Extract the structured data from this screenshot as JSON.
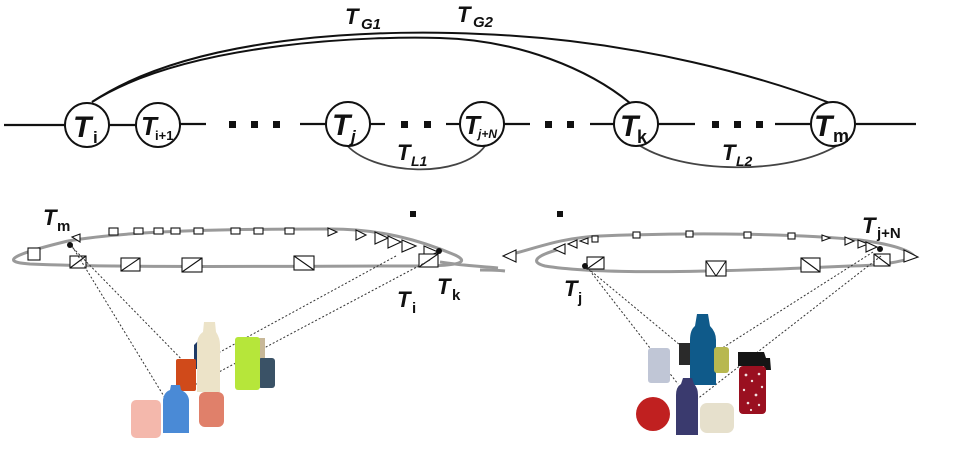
{
  "pose_graph": {
    "nodes": [
      {
        "id": "Ti",
        "base": "T",
        "sub": "i",
        "sub_italic": false
      },
      {
        "id": "Ti1",
        "base": "T",
        "sub": "i+1",
        "sub_italic": false
      },
      {
        "id": "Tj",
        "base": "T",
        "sub": "j",
        "sub_italic": true
      },
      {
        "id": "TjN",
        "base": "T",
        "sub": "j+N",
        "sub_italic": true
      },
      {
        "id": "Tk",
        "base": "T",
        "sub": "k",
        "sub_italic": false
      },
      {
        "id": "Tm",
        "base": "T",
        "sub": "m",
        "sub_italic": false
      }
    ],
    "ellipsis": "...",
    "global_edges": [
      {
        "label_base": "T",
        "label_sub": "G1",
        "from": "Ti",
        "to": "Tk"
      },
      {
        "label_base": "T",
        "label_sub": "G2",
        "from": "Ti",
        "to": "Tm"
      }
    ],
    "local_edges": [
      {
        "label_base": "T",
        "label_sub": "L1",
        "from": "Tj",
        "to": "TjN"
      },
      {
        "label_base": "T",
        "label_sub": "L2",
        "from": "Tk",
        "to": "Tm"
      }
    ]
  },
  "left_scene": {
    "labels": [
      {
        "base": "T",
        "sub": "m"
      },
      {
        "base": "T",
        "sub": "i"
      },
      {
        "base": "T",
        "sub": "k"
      }
    ],
    "objects": [
      {
        "name": "pink-box",
        "color": "#f4b8ac"
      },
      {
        "name": "blue-bottle",
        "color": "#4a8ad6"
      },
      {
        "name": "salmon-cup",
        "color": "#e0806a"
      },
      {
        "name": "orange-box",
        "color": "#d04a1a"
      },
      {
        "name": "cream-bottle",
        "color": "#ece3c8"
      },
      {
        "name": "navy-sliver",
        "color": "#1e3a66"
      },
      {
        "name": "lime-box",
        "color": "#b6e63a"
      },
      {
        "name": "dark-slate-box",
        "color": "#3a5266"
      },
      {
        "name": "tan-box",
        "color": "#c8b898"
      }
    ]
  },
  "right_scene": {
    "labels": [
      {
        "base": "T",
        "sub": "j"
      },
      {
        "base": "T",
        "sub": "j+N"
      }
    ],
    "objects": [
      {
        "name": "gray-box",
        "color": "#c0c6d6"
      },
      {
        "name": "black-block",
        "color": "#2a2a2a"
      },
      {
        "name": "blue-bottle",
        "color": "#0f5a8a"
      },
      {
        "name": "olive-box",
        "color": "#b8b850"
      },
      {
        "name": "maroon-thermos",
        "color": "#9a1020"
      },
      {
        "name": "thermos-lid",
        "color": "#151515"
      },
      {
        "name": "red-ball",
        "color": "#c02020"
      },
      {
        "name": "navy-bottle",
        "color": "#3a3a6e"
      },
      {
        "name": "beige-mug",
        "color": "#e6e0cc"
      }
    ]
  },
  "colors": {
    "line": "#111111",
    "trajectory": "#9a9a9a",
    "rays": "#333333"
  }
}
